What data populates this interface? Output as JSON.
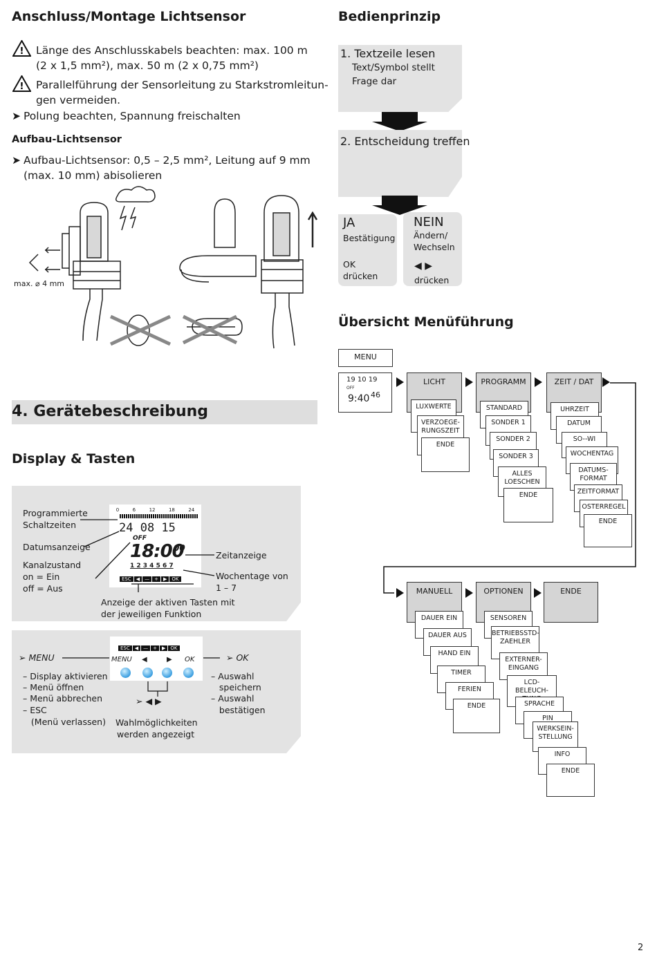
{
  "left": {
    "section1_title": "Anschluss/Montage Lichtsensor",
    "warn1_line1": "Länge des Anschlusskabels beachten: max. 100 m",
    "warn1_line2": "(2 x 1,5 mm²), max. 50 m (2 x 0,75 mm²)",
    "warn2_line1": "Parallelführung der Sensorleitung zu Starkstromleitun-",
    "warn2_line2": "gen vermeiden.",
    "bullet1": "Polung beachten, Spannung freischalten",
    "subhead": "Aufbau-Lichtsensor",
    "bullet2_line1": "Aufbau-Lichtsensor: 0,5 – 2,5 mm², Leitung auf 9 mm",
    "bullet2_line2": "(max. 10 mm) abisolieren",
    "max_label": "max. ⌀ 4 mm",
    "section4_title": "4.   Gerätebeschreibung",
    "display_title": "Display & Tasten",
    "display_labels": {
      "programmierte": "Programmierte",
      "schaltzeiten": "Schaltzeiten",
      "datumsanzeige": "Datumsanzeige",
      "kanalzustand": "Kanalzustand",
      "on_ein": "on = Ein",
      "off_aus": "off = Aus",
      "zeitanzeige": "Zeitanzeige",
      "wochentage1": "Wochentage von",
      "wochentage2": "1 – 7",
      "anzeige1": "Anzeige der aktiven Tasten mit",
      "anzeige2": "der jeweiligen Funktion"
    },
    "lcd": {
      "scale": [
        "0",
        "6",
        "12",
        "18",
        "24"
      ],
      "date": "24  08  15",
      "off": "OFF",
      "time": "18:00",
      "sec": "00",
      "days": "1  2  3  4  5  6  7",
      "keys": [
        "ESC",
        "◀",
        "—",
        "+",
        "▶",
        "OK"
      ]
    },
    "tasten": {
      "menu_head": "MENU",
      "menu_items": [
        "– Display aktivieren",
        "– Menü öffnen",
        "– Menü abbrechen",
        "– ESC",
        "   (Menü verlassen)"
      ],
      "ok_head": "OK",
      "ok_items": [
        "– Auswahl",
        "   speichern",
        "– Auswahl",
        "   bestätigen"
      ],
      "btn_labels": [
        "MENU",
        "◀",
        "▶",
        "OK"
      ],
      "arrows": "➢ ◀ ▶",
      "wahl1": "Wahlmöglichkeiten",
      "wahl2": "werden angezeigt"
    }
  },
  "right": {
    "title": "Bedienprinzip",
    "step1_title": "1. Textzeile lesen",
    "step1_sub1": "Text/Symbol stellt",
    "step1_sub2": "Frage dar",
    "step2_title": "2. Entscheidung treffen",
    "ja": "JA",
    "ja_sub": "Bestätigung",
    "ja_ok": "OK",
    "ja_druecken": "drücken",
    "nein": "NEIN",
    "nein_sub1": "Ändern/",
    "nein_sub2": "Wechseln",
    "nein_arrows": "◀  ▶",
    "nein_druecken": "drücken",
    "menu_title": "Übersicht Menüführung",
    "menu_box": "MENU",
    "clock": {
      "date": "19  10  19",
      "off": "OFF",
      "time": "9:40",
      "sec": "46"
    },
    "licht": {
      "head": "LICHT",
      "items": [
        "LUXWERTE",
        "VERZOEGE-\nRUNGSZEIT",
        "ENDE"
      ]
    },
    "programm": {
      "head": "PROGRAMM",
      "items": [
        "STANDARD",
        "SONDER 1",
        "SONDER 2",
        "SONDER 3",
        "ALLES\nLOESCHEN",
        "ENDE"
      ]
    },
    "zeitdat": {
      "head": "ZEIT / DAT",
      "items": [
        "UHRZEIT",
        "DATUM",
        "SO--WI",
        "WOCHENTAG",
        "DATUMS-\nFORMAT",
        "ZEITFORMAT",
        "OSTERREGEL",
        "ENDE"
      ]
    },
    "manuell": {
      "head": "MANUELL",
      "items": [
        "DAUER EIN",
        "DAUER AUS",
        "HAND EIN",
        "TIMER",
        "FERIEN",
        "ENDE"
      ]
    },
    "optionen": {
      "head": "OPTIONEN",
      "items": [
        "SENSOREN",
        "BETRIEBSSTD-\nZAEHLER",
        "EXTERNER-\nEINGANG",
        "LCD-BELEUCH-\nTUNG",
        "SPRACHE",
        "PIN",
        "WERKSEIN-\nSTELLUNG",
        "INFO",
        "ENDE"
      ]
    },
    "ende_head": "ENDE"
  },
  "page_number": "2"
}
